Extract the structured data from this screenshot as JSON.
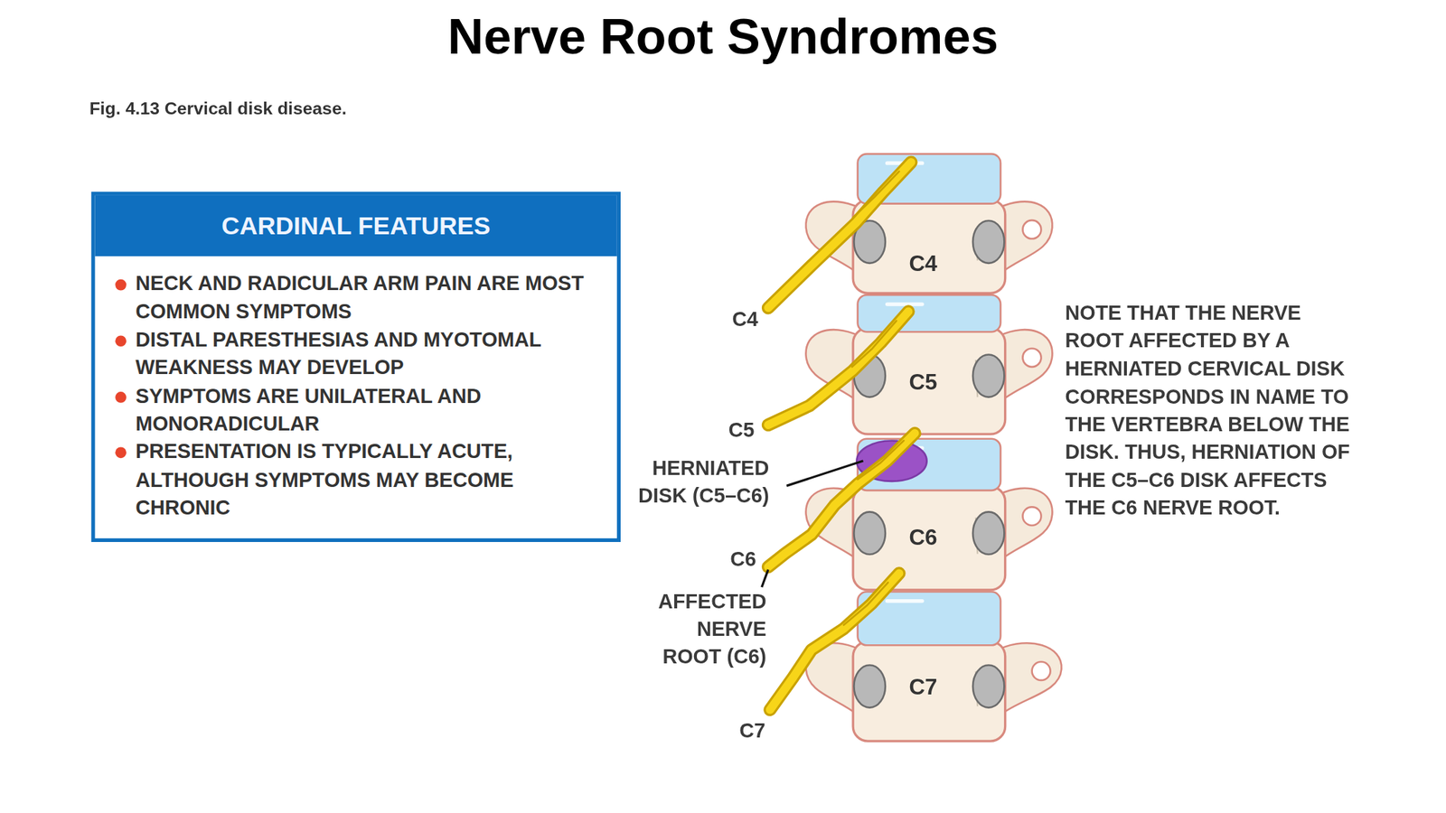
{
  "diagram": {
    "title": "Nerve Root Syndromes",
    "caption": "Fig. 4.13 Cervical disk disease.",
    "nodes": [
      {
        "text": [
          "CARDINAL FEATURES",
          "NECK AND RADICULAR ARM PAIN ARE MOST COMMON SYMPTOMS",
          "DISTAL PARESTHESIAS AND MYOTOMAL WEAKNESS MAY DEVELOP",
          "SYMPTOMS ARE UNILATERAL AND MONORADICULAR",
          "PRESENTATION IS TYPICALLY ACUTE, ALTHOUGH SYMPTOMS MAY BECOME CHRONIC"
        ]
      },
      {
        "text": [
          "C4"
        ]
      },
      {
        "text": [
          "C5"
        ]
      },
      {
        "text": [
          "C6"
        ]
      },
      {
        "text": [
          "C7"
        ]
      }
    ],
    "labels": [
      "C4",
      "C5",
      "HERNIATED DISK (C5–C6)",
      "C6",
      "AFFECTED NERVE ROOT (C6)",
      "C7",
      "NOTE THAT THE NERVE ROOT AFFECTED BY A HERNIATED CERVICAL DISK CORRESPONDS IN NAME TO THE VERTEBRA BELOW THE DISK. THUS, HERNIATION OF THE C5–C6 DISK AFFECTS THE C6 NERVE ROOT."
    ]
  }
}
